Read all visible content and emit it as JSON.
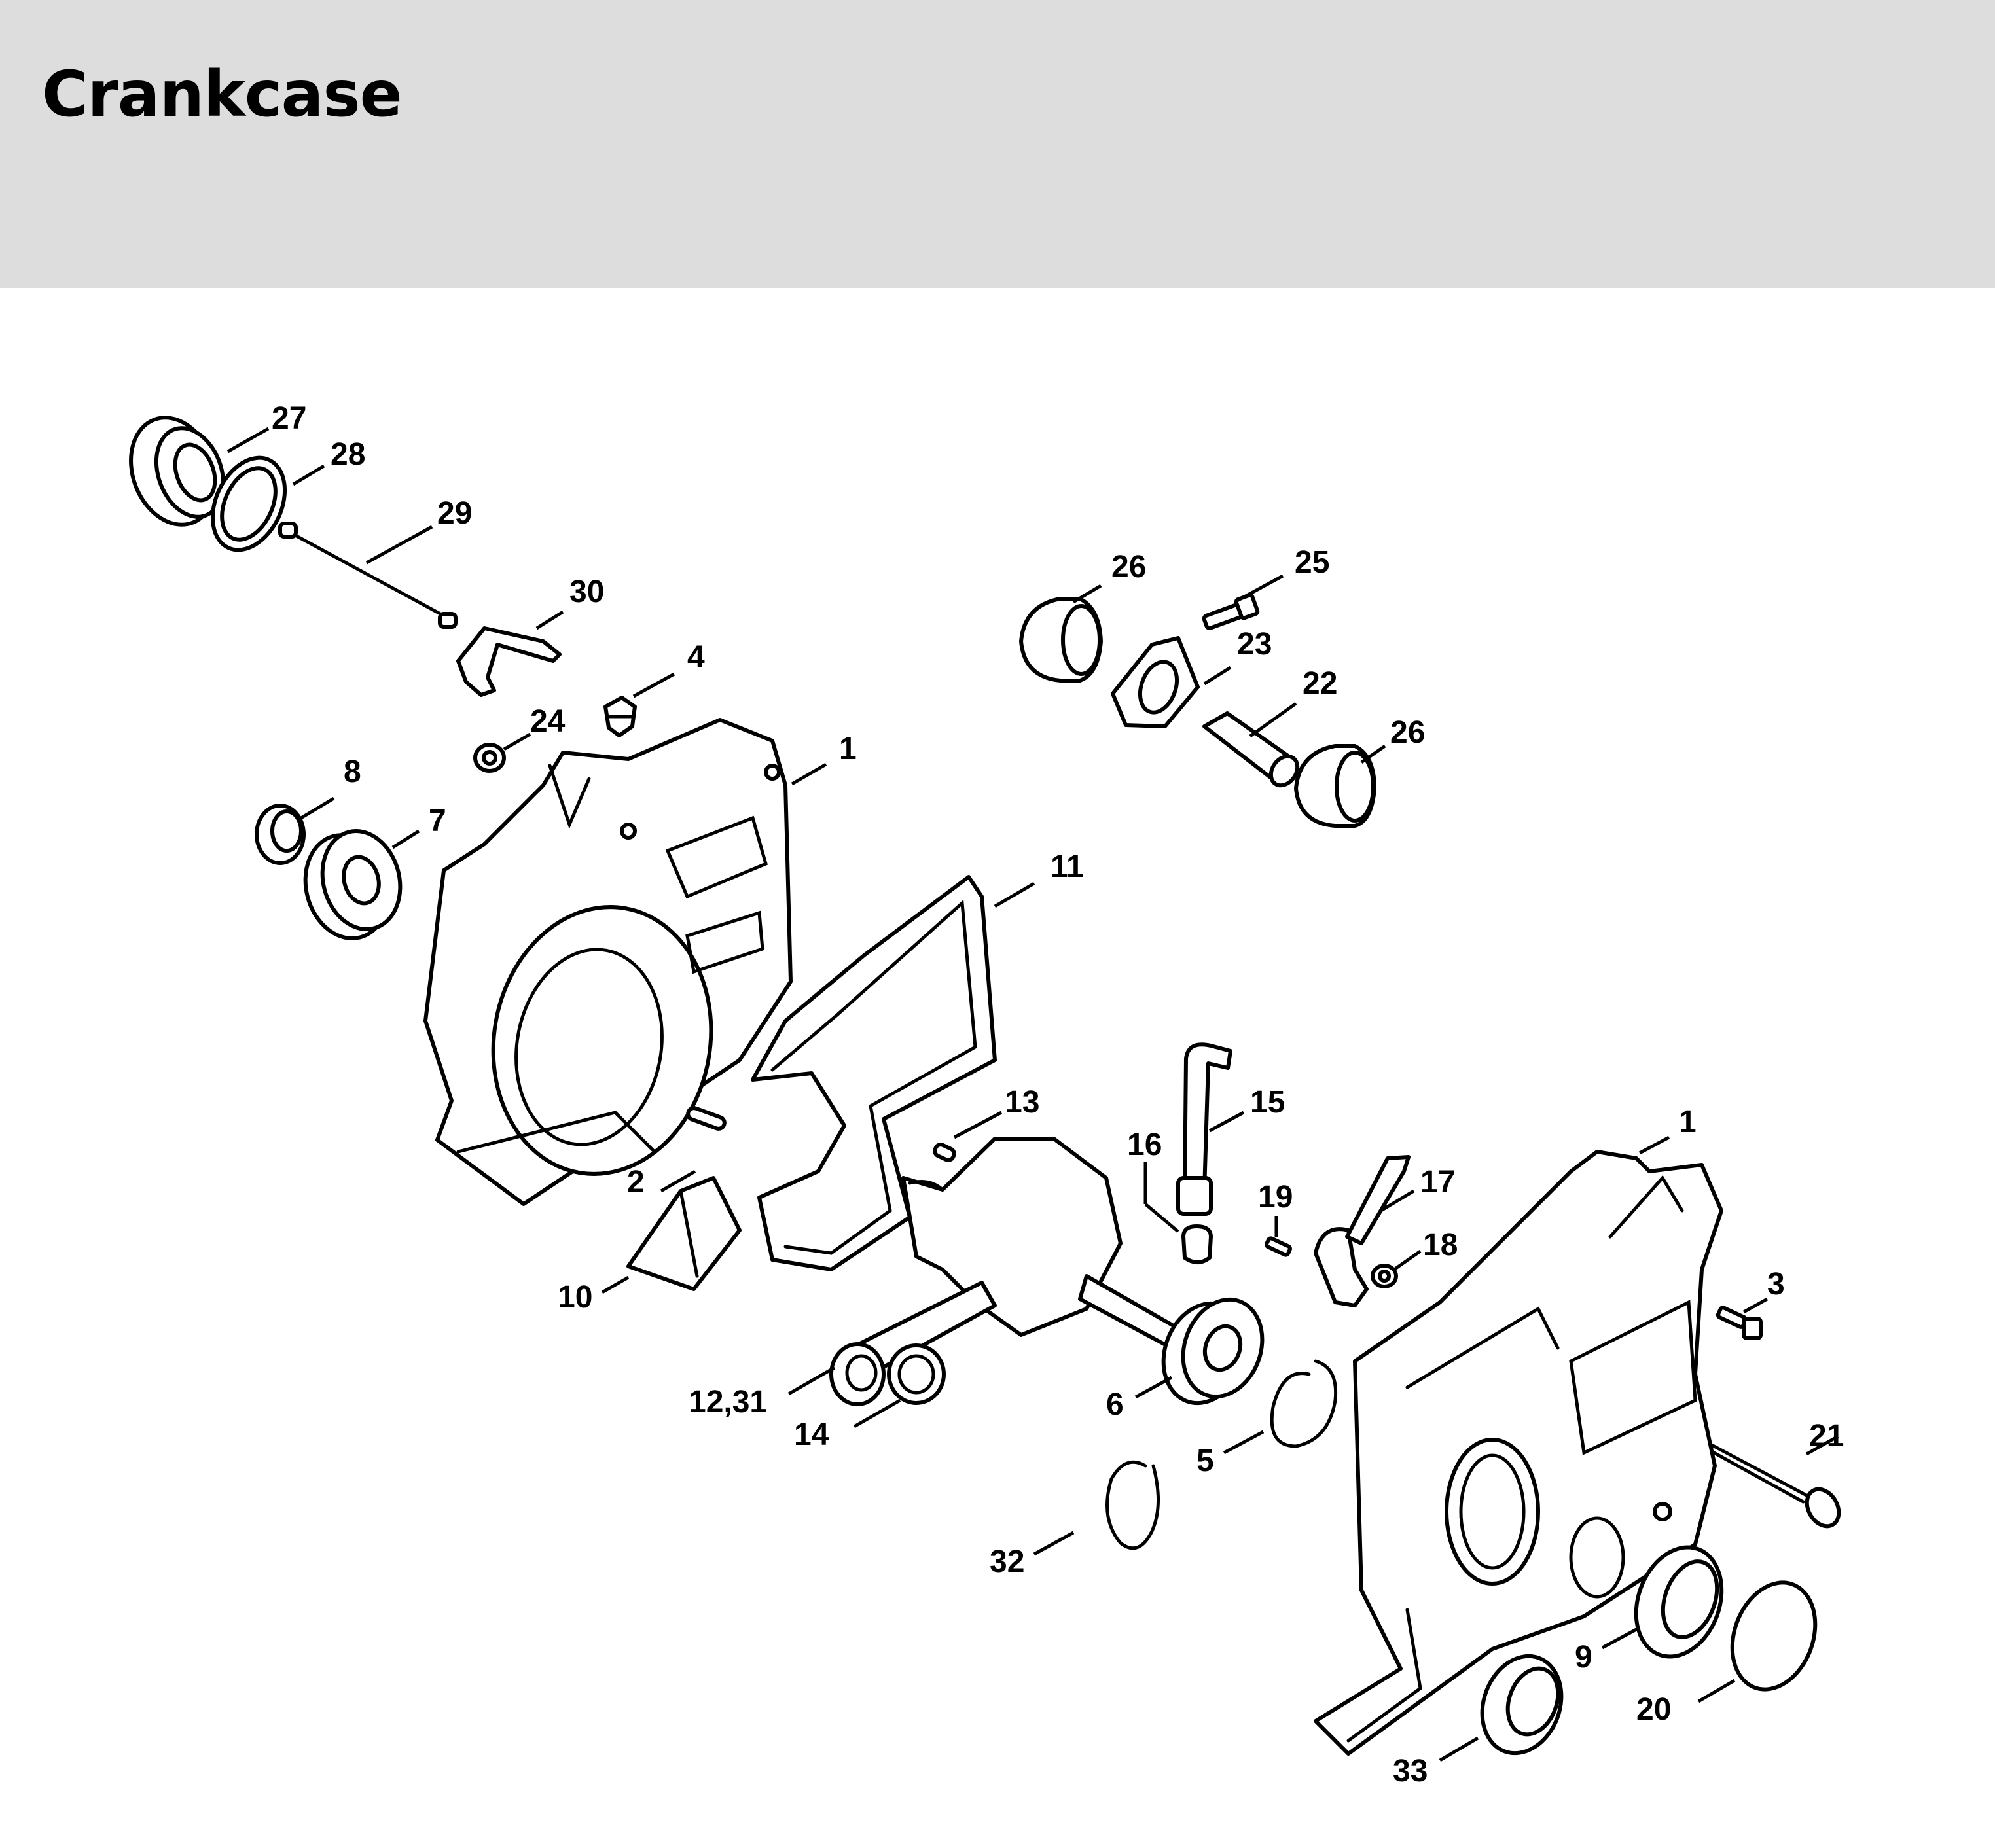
{
  "title": "Crankcase",
  "colors": {
    "header_bg": "#dcdddc",
    "line": "#000000",
    "fill": "#ffffff"
  },
  "callouts": [
    {
      "id": "c27",
      "label": "27"
    },
    {
      "id": "c28",
      "label": "28"
    },
    {
      "id": "c29",
      "label": "29"
    },
    {
      "id": "c30",
      "label": "30"
    },
    {
      "id": "c4",
      "label": "4"
    },
    {
      "id": "c24",
      "label": "24"
    },
    {
      "id": "c1a",
      "label": "1"
    },
    {
      "id": "c8",
      "label": "8"
    },
    {
      "id": "c7",
      "label": "7"
    },
    {
      "id": "c11",
      "label": "11"
    },
    {
      "id": "c26a",
      "label": "26"
    },
    {
      "id": "c25",
      "label": "25"
    },
    {
      "id": "c23",
      "label": "23"
    },
    {
      "id": "c22",
      "label": "22"
    },
    {
      "id": "c26b",
      "label": "26"
    },
    {
      "id": "c13",
      "label": "13"
    },
    {
      "id": "c15",
      "label": "15"
    },
    {
      "id": "c16",
      "label": "16"
    },
    {
      "id": "c19",
      "label": "19"
    },
    {
      "id": "c17",
      "label": "17"
    },
    {
      "id": "c18",
      "label": "18"
    },
    {
      "id": "c1b",
      "label": "1"
    },
    {
      "id": "c3",
      "label": "3"
    },
    {
      "id": "c2",
      "label": "2"
    },
    {
      "id": "c10",
      "label": "10"
    },
    {
      "id": "c1231",
      "label": "12,31"
    },
    {
      "id": "c14",
      "label": "14"
    },
    {
      "id": "c6",
      "label": "6"
    },
    {
      "id": "c5",
      "label": "5"
    },
    {
      "id": "c21",
      "label": "21"
    },
    {
      "id": "c32",
      "label": "32"
    },
    {
      "id": "c9",
      "label": "9"
    },
    {
      "id": "c20",
      "label": "20"
    },
    {
      "id": "c33",
      "label": "33"
    }
  ]
}
